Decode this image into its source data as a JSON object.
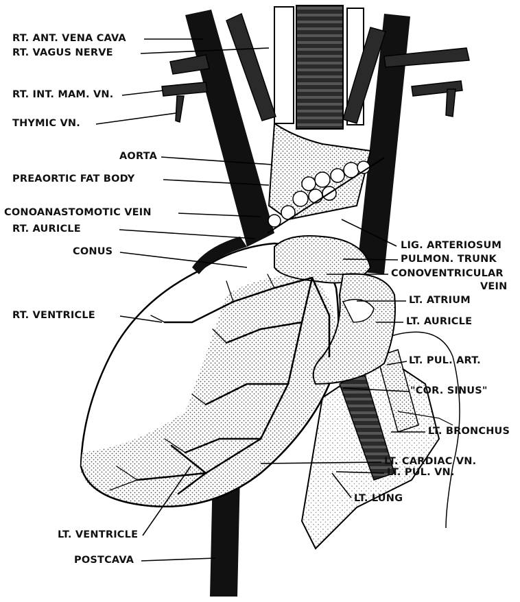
{
  "diagram": {
    "labels_left": {
      "rt_ant_vena_cava": "RT. ANT. VENA CAVA",
      "rt_vagus_nerve": "RT. VAGUS NERVE",
      "rt_int_mam_vn": "RT. INT. MAM. VN.",
      "thymic_vn": "THYMIC VN.",
      "aorta": "AORTA",
      "preaortic_fat_body": "PREAORTIC FAT BODY",
      "conoanastomotic_vein": "CONOANASTOMOTIC VEIN",
      "rt_auricle": "RT. AURICLE",
      "conus": "CONUS",
      "rt_ventricle": "RT. VENTRICLE",
      "lt_ventricle": "LT. VENTRICLE",
      "postcava": "POSTCAVA"
    },
    "labels_right": {
      "lig_arteriosum": "LIG. ARTERIOSUM",
      "pulmon_trunk": "PULMON. TRUNK",
      "conoventricular_vein_1": "CONOVENTRICULAR",
      "conoventricular_vein_2": "VEIN",
      "lt_atrium": "LT. ATRIUM",
      "lt_auricle": "LT. AURICLE",
      "lt_pul_art": "LT. PUL. ART.",
      "cor_sinus": "\"COR. SINUS\"",
      "lt_bronchus": "LT. BRONCHUS",
      "lt_cardiac_vn": "LT. CARDIAC VN.",
      "lt_pul_vn": "LT. PUL. VN.",
      "lt_lung": "LT. LUNG"
    }
  }
}
